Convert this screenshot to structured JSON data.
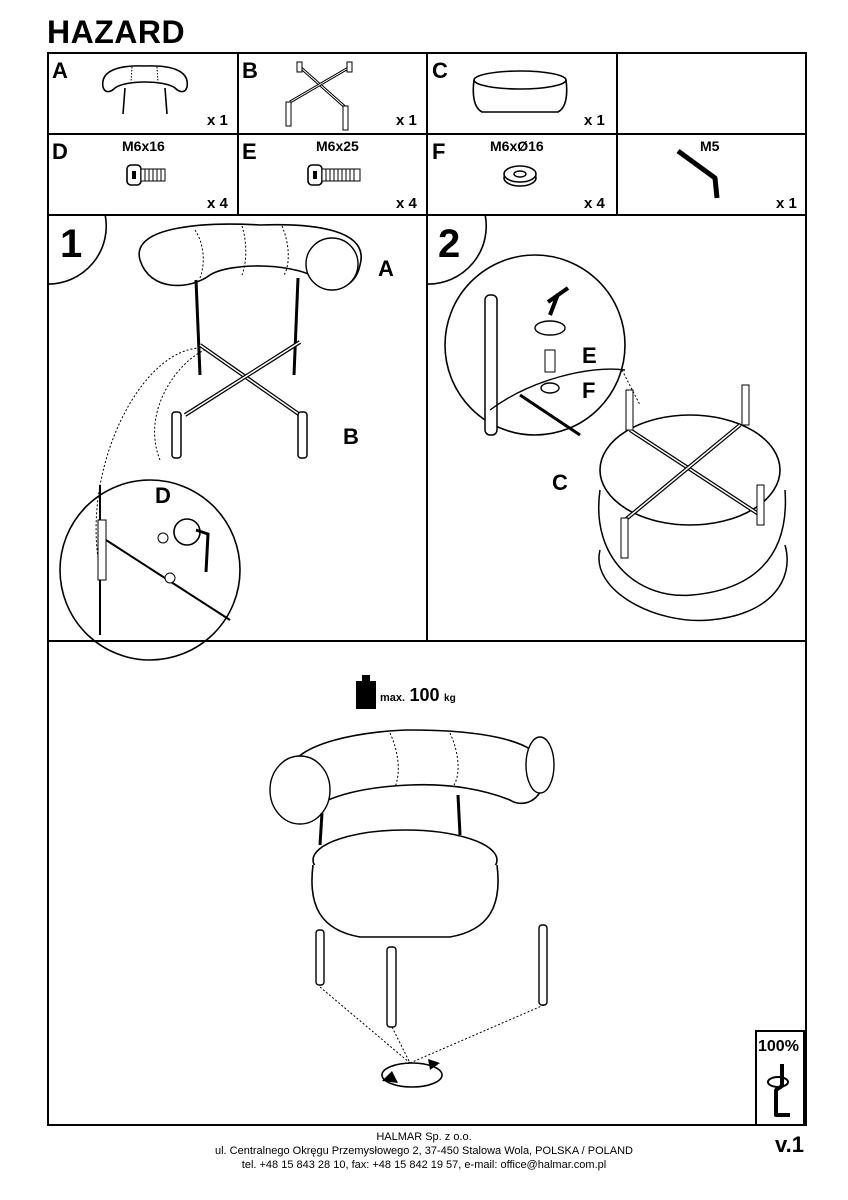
{
  "title": "HAZARD",
  "parts": [
    {
      "letter": "A",
      "qty": "x 1"
    },
    {
      "letter": "B",
      "qty": "x 1"
    },
    {
      "letter": "C",
      "qty": "x 1"
    },
    {
      "letter": "D",
      "spec": "M6x16",
      "qty": "x 4"
    },
    {
      "letter": "E",
      "spec": "M6x25",
      "qty": "x 4"
    },
    {
      "letter": "F",
      "spec": "M6xØ16",
      "qty": "x 4"
    },
    {
      "letter": "",
      "spec": "M5",
      "qty": "x 1"
    }
  ],
  "steps": [
    {
      "number": "1",
      "labels": {
        "a": "A",
        "b": "B",
        "d": "D"
      }
    },
    {
      "number": "2",
      "labels": {
        "c": "C",
        "e": "E",
        "f": "F"
      }
    }
  ],
  "weight": {
    "prefix": "max.",
    "value": "100",
    "unit": "kg"
  },
  "tighten_badge": "100%",
  "footer": {
    "line1": "HALMAR Sp. z o.o.",
    "line2": "ul. Centralnego Okręgu Przemysłowego 2, 37-450 Stalowa Wola, POLSKA / POLAND",
    "line3": "tel. +48 15 843 28 10, fax: +48 15 842 19 57, e-mail: office@halmar.com.pl"
  },
  "version": "v.1"
}
